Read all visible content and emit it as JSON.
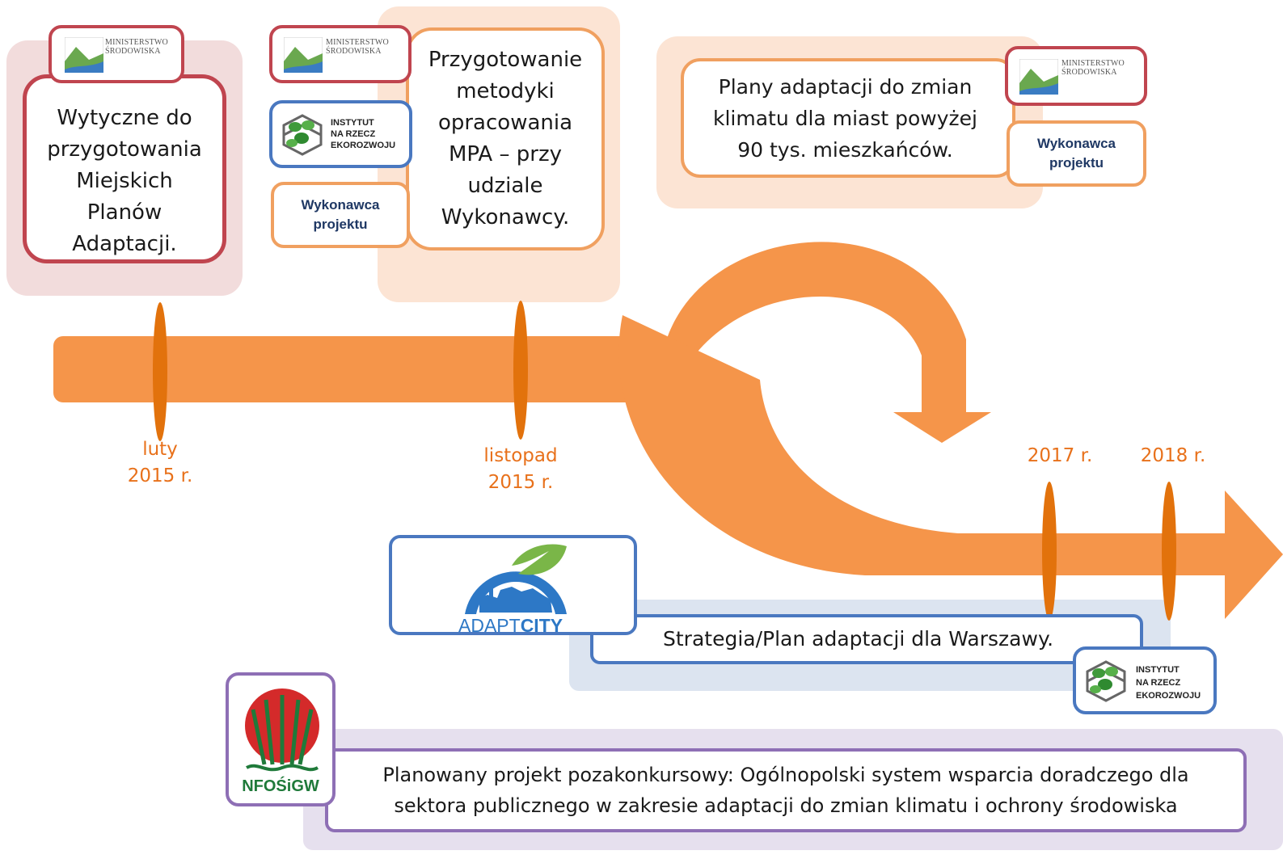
{
  "colors": {
    "arrow": "#f5954a",
    "marker": "#e2720c",
    "date_text": "#e8711b",
    "red_border": "#c0454f",
    "orange_border": "#f0a060",
    "blue_border": "#4a78c0",
    "purple_border": "#8e6fb5",
    "pink_panel": "#f2dcdc",
    "peach_panel": "#fce4d4",
    "lightblue_panel": "#dce4f0",
    "lavender_panel": "#e6e0ee"
  },
  "logos": {
    "ministerstwo_line1": "MINISTERSTWO",
    "ministerstwo_line2": "ŚRODOWISKA",
    "instytut_line1": "INSTYTUT",
    "instytut_line2": "NA RZECZ",
    "instytut_line3": "EKOROZWOJU",
    "adaptcity_part1": "ADAPT",
    "adaptcity_part2": "CITY",
    "nfosigw": "NFOŚiGW"
  },
  "cards": {
    "wytyczne": [
      "Wytyczne do",
      "przygotowania",
      "Miejskich",
      "Planów",
      "Adaptacji."
    ],
    "metodyka": [
      "Przygotowanie",
      "metodyki",
      "opracowania",
      "MPA – przy",
      "udziale",
      "Wykonawcy."
    ],
    "plany": [
      "Plany adaptacji do zmian",
      "klimatu dla miast powyżej",
      "90 tys. mieszkańców."
    ],
    "warszawa": "Strategia/Plan adaptacji dla Warszawy.",
    "pozakonkursowy": [
      "Planowany projekt pozakonkursowy: Ogólnopolski system wsparcia doradczego dla",
      "sektora publicznego w zakresie adaptacji do zmian klimatu i ochrony środowiska"
    ]
  },
  "wykonawca": [
    "Wykonawca",
    "projektu"
  ],
  "timeline": {
    "d1": [
      "luty",
      "2015 r."
    ],
    "d2": [
      "listopad",
      "2015 r."
    ],
    "d3": "2017 r.",
    "d4": "2018 r."
  }
}
